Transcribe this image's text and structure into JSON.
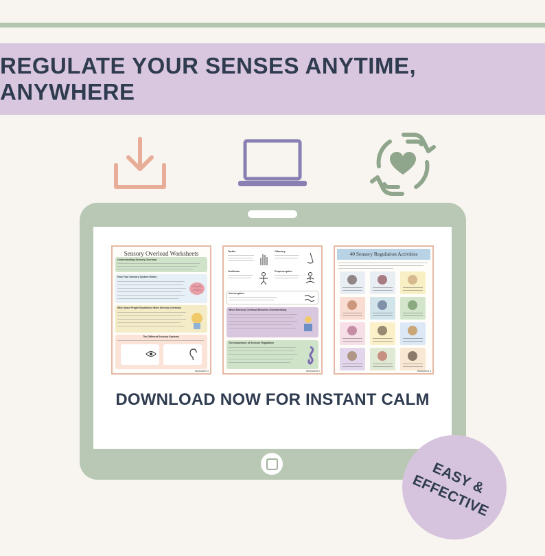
{
  "banner": {
    "title": "REGULATE YOUR SENSES ANYTIME, ANYWHERE"
  },
  "icons": [
    "download-icon",
    "laptop-icon",
    "heart-hands-icon"
  ],
  "colors": {
    "banner_bg": "#d9c7e0",
    "text_dark": "#2f3b4f",
    "tablet_green": "#b8c8b4",
    "download_peach": "#e8ad98",
    "laptop_purple": "#8a7fb3",
    "care_green": "#8fa68c"
  },
  "screen": {
    "cta": "DOWNLOAD NOW FOR INSTANT CALM",
    "worksheets": [
      {
        "title": "Sensory Overload Worksheets",
        "sections": [
          "Understanding Sensory Overload",
          "How Your Sensory System Works",
          "Why Some People Experience More Sensory Overload",
          "The Different Sensory Systems"
        ],
        "footer": "Worksheet 1"
      },
      {
        "sections": [
          "Tactile",
          "Olfactory",
          "Vestibular",
          "Proprioception",
          "Interoception",
          "When Sensory Overload Becomes Overwhelming",
          "The Importance of Sensory Regulation"
        ],
        "footer": "Worksheet 2"
      },
      {
        "title": "40 Sensory Regulation Activities",
        "footer": "Worksheet 3"
      }
    ]
  },
  "sticker": {
    "line1": "EASY &",
    "line2": "EFFECTIVE"
  }
}
